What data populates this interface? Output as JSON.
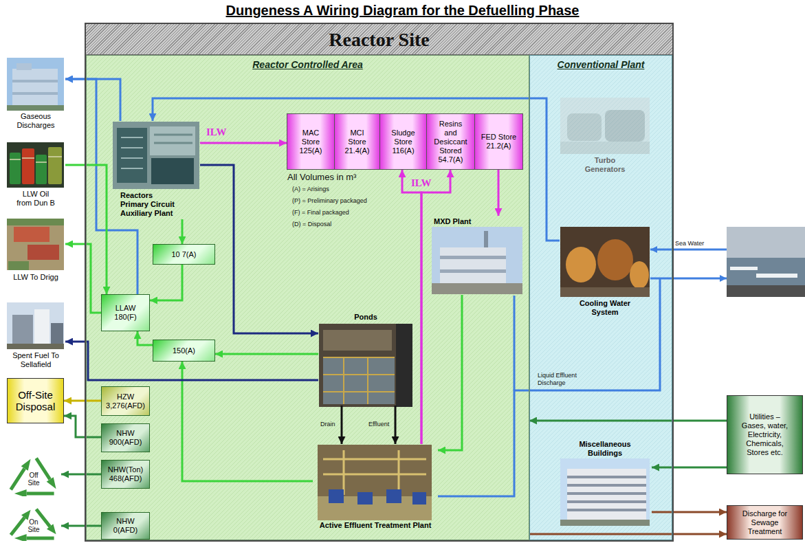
{
  "diagram": {
    "title": "Dungeness A Wiring Diagram for the Defuelling Phase",
    "nodes": [
      {
        "text": [
          "Reactor Site"
        ]
      },
      {
        "text": [
          "Reactor Controlled Area"
        ],
        "in": 0
      },
      {
        "text": [
          "Reactors Primary Circuit Auxiliary Plant"
        ],
        "in": 1
      },
      {
        "text": [
          "MAC Store",
          "125(A)"
        ],
        "in": 1
      },
      {
        "text": [
          "MCI Store",
          "21.4(A)"
        ],
        "in": 1
      },
      {
        "text": [
          "Sludge Store",
          "116(A)"
        ],
        "in": 1
      },
      {
        "text": [
          "Resins and Desiccant Stored",
          "54.7(A)"
        ],
        "in": 1
      },
      {
        "text": [
          "FED Store",
          "21.2(A)"
        ],
        "in": 1
      },
      {
        "text": [
          "MXD Plant"
        ],
        "in": 1
      },
      {
        "text": [
          "10 7(A)"
        ],
        "in": 1
      },
      {
        "text": [
          "LLAW",
          "180(F)"
        ],
        "in": 1
      },
      {
        "text": [
          "150(A)"
        ],
        "in": 1
      },
      {
        "text": [
          "Ponds"
        ],
        "in": 1
      },
      {
        "text": [
          "HZW",
          "3,276(AFD)"
        ],
        "in": 1
      },
      {
        "text": [
          "NHW",
          "900(AFD)"
        ],
        "in": 1
      },
      {
        "text": [
          "NHW(Ton)",
          "468(AFD)"
        ],
        "in": 1
      },
      {
        "text": [
          "NHW",
          "0(AFD)"
        ],
        "in": 1
      },
      {
        "text": [
          "Active Effluent Treatment Plant"
        ],
        "in": 1
      },
      {
        "text": [
          "Conventional Plant"
        ],
        "in": 0
      },
      {
        "text": [
          "Turbo Generators"
        ],
        "in": 18
      },
      {
        "text": [
          "Cooling Water System"
        ],
        "in": 18
      },
      {
        "text": [
          "Miscellaneous Buildings"
        ],
        "in": 18
      },
      {
        "text": [
          "Gaseous Discharges"
        ]
      },
      {
        "text": [
          "LLW Oil from Dun B"
        ]
      },
      {
        "text": [
          "LLW To Drigg"
        ]
      },
      {
        "text": [
          "Spent Fuel To Sellafield"
        ]
      },
      {
        "text": [
          "Off-Site Disposal"
        ]
      },
      {
        "text": [
          "Off Site"
        ]
      },
      {
        "text": [
          "On Site"
        ]
      },
      {
        "text": [
          "Utilities – Gases, water, Electricity, Chemicals, Stores etc."
        ]
      },
      {
        "text": [
          "Discharge for Sewage Treatment"
        ]
      }
    ],
    "edges": [
      {
        "from": 2,
        "to": 22,
        "arrow": "to"
      },
      {
        "from": 10,
        "to": 22,
        "arrow": "to"
      },
      {
        "from": 20,
        "to": 2,
        "arrow": "to"
      },
      {
        "from": 23,
        "to": 10,
        "arrow": "to"
      },
      {
        "from": 10,
        "to": 24,
        "arrow": "to"
      },
      {
        "from": 2,
        "to": 9,
        "arrow": "to"
      },
      {
        "from": 9,
        "to": 10,
        "arrow": "to"
      },
      {
        "from": 11,
        "to": 10,
        "arrow": "to"
      },
      {
        "from": 12,
        "to": 11,
        "arrow": "to"
      },
      {
        "from": 17,
        "to": 11,
        "arrow": "to"
      },
      {
        "from": 2,
        "to": 12,
        "arrow": "to"
      },
      {
        "from": 12,
        "to": 25,
        "arrow": "to"
      },
      {
        "from": 12,
        "to": 17,
        "arrow": "to",
        "label": "Drain"
      },
      {
        "from": 12,
        "to": 17,
        "arrow": "to",
        "label": "Effluent"
      },
      {
        "from": 2,
        "to": 3,
        "arrow": "to",
        "label": "ILW"
      },
      {
        "from": 17,
        "to": 5,
        "arrow": "to",
        "label": "ILW"
      },
      {
        "from": 17,
        "to": 6,
        "arrow": "to"
      },
      {
        "from": 7,
        "to": 8,
        "arrow": "to"
      },
      {
        "from": 8,
        "to": 17,
        "arrow": "to"
      },
      {
        "from": 29,
        "to": 1,
        "arrow": "to"
      },
      {
        "from": 29,
        "to": 21,
        "arrow": "to"
      },
      {
        "from": 21,
        "to": 30,
        "arrow": "to"
      },
      {
        "from": 1,
        "to": 30,
        "arrow": "to"
      },
      {
        "from": 13,
        "to": 26,
        "arrow": "to"
      },
      {
        "from": 14,
        "to": 26,
        "arrow": "to"
      },
      {
        "from": 15,
        "to": 27,
        "arrow": "to"
      },
      {
        "from": 16,
        "to": 28,
        "arrow": "to"
      }
    ],
    "labels": [
      "All Volumes in m³",
      "(A) = Arisings",
      "(P) = Preliminary packaged",
      "(F) = Final packaged",
      "(D) = Disposal",
      "Sea Water",
      "Liquid Effluent Discharge"
    ]
  }
}
